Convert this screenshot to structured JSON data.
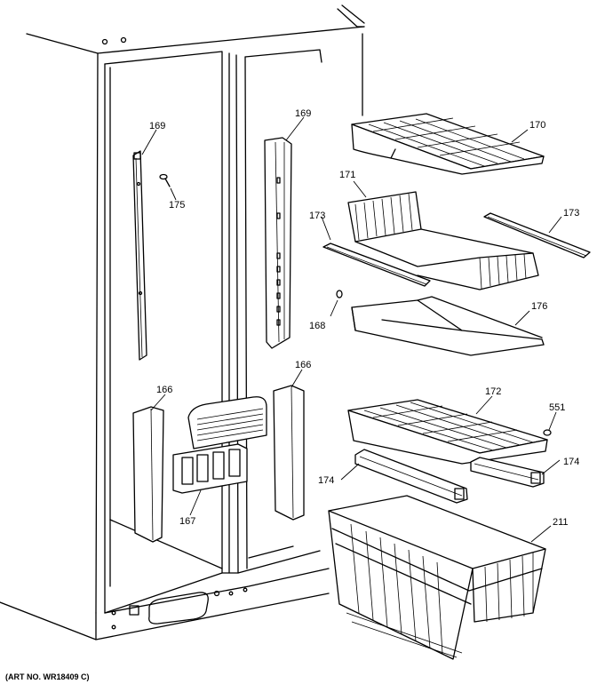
{
  "callouts": {
    "c169_left": "169",
    "c169_right": "169",
    "c175": "175",
    "c170": "170",
    "c171": "171",
    "c173_left": "173",
    "c173_right": "173",
    "c168": "168",
    "c176": "176",
    "c166_left": "166",
    "c166_right": "166",
    "c167": "167",
    "c172": "172",
    "c551": "551",
    "c174_left": "174",
    "c174_right": "174",
    "c211": "211"
  },
  "art_number": "(ART NO. WR18409 C)"
}
